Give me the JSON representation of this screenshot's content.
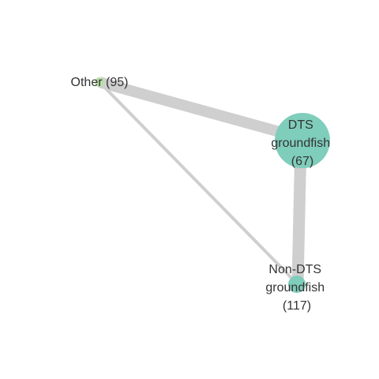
{
  "diagram": {
    "type": "network-graph",
    "colors": {
      "edge": "#cfcfcf",
      "node_fill": "#7fcdbb",
      "node_fill_light": "#b8dfa8",
      "label": "#333333",
      "background": "#ffffff"
    },
    "nodes": [
      {
        "id": "other",
        "label_lines": [
          "Other (95)"
        ],
        "size": "small",
        "color_key": "node_fill_light"
      },
      {
        "id": "dts",
        "label_lines": [
          "DTS",
          "groundfish",
          "(67)"
        ],
        "size": "large",
        "color_key": "node_fill"
      },
      {
        "id": "nondts",
        "label_lines": [
          "Non-DTS",
          "groundfish",
          "(117)"
        ],
        "size": "small",
        "color_key": "node_fill"
      }
    ],
    "edges": [
      {
        "id": "other-dts",
        "from": "other",
        "to": "dts",
        "weight": "heavy"
      },
      {
        "id": "dts-nondts",
        "from": "dts",
        "to": "nondts",
        "weight": "heavy"
      },
      {
        "id": "other-nondts",
        "from": "other",
        "to": "nondts",
        "weight": "light"
      }
    ]
  }
}
